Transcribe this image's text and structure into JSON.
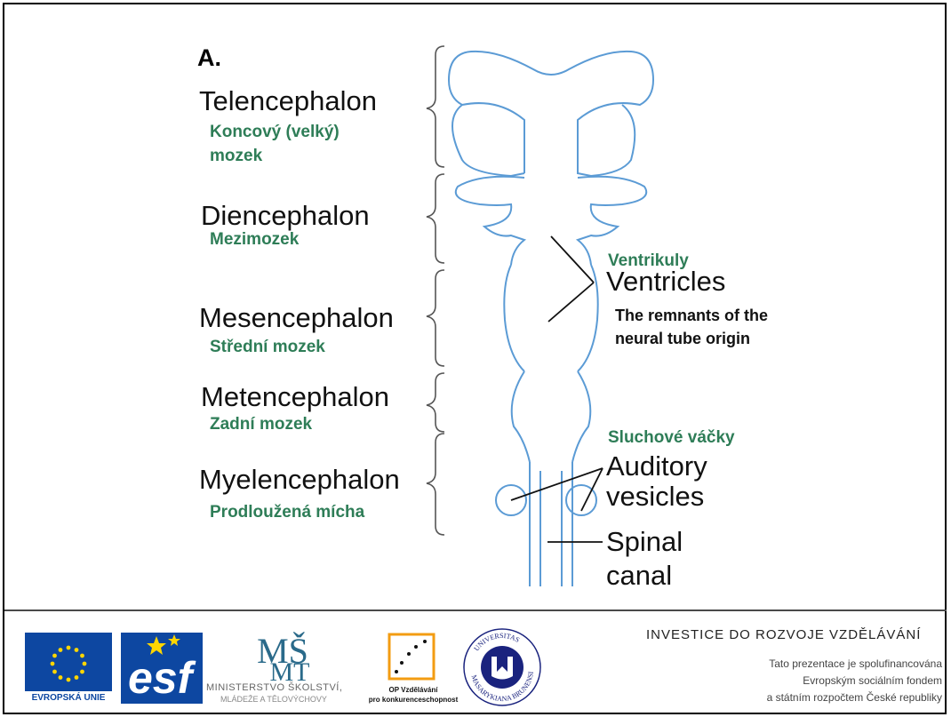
{
  "panel_label": "A.",
  "regions": [
    {
      "name": "Telencephalon",
      "czech": "Koncový (velký) mozek"
    },
    {
      "name": "Diencephalon",
      "czech": "Mezimozek"
    },
    {
      "name": "Mesencephalon",
      "czech": "Střední mozek"
    },
    {
      "name": "Metencephalon",
      "czech": "Zadní mozek"
    },
    {
      "name": "Myelencephalon",
      "czech": "Prodloužená mícha"
    }
  ],
  "annotations": {
    "ventricles_czech": "Ventrikuly",
    "ventricles": "Ventricles",
    "ventricles_note_1": "The remnants of the",
    "ventricles_note_2": "neural tube origin",
    "auditory_czech": "Sluchové váčky",
    "auditory_1": "Auditory",
    "auditory_2": "vesicles",
    "spinal_1": "Spinal",
    "spinal_2": "canal"
  },
  "footer": {
    "investice": "INVESTICE DO ROZVOJE VZDĚLÁVÁNÍ",
    "funding_1": "Tato prezentace je spolufinancována",
    "funding_2": "Evropským sociálním fondem",
    "funding_3": "a státním rozpočtem České republiky",
    "eu_caption": "EVROPSKÁ UNIE",
    "esf_text": "esf",
    "msmt_line1": "MINISTERSTVO ŠKOLSTVÍ,",
    "msmt_line2": "MLÁDEŽE A TĚLOVÝCHOVY",
    "op_line1": "OP Vzdělávání",
    "op_line2": "pro konkurenceschopnost",
    "muni_top": "UNIVERSITAS",
    "muni_bottom": "MASARYKIANA BRUNENSIS"
  },
  "colors": {
    "tube": "#5b9bd5",
    "czech": "#2e7d57"
  }
}
